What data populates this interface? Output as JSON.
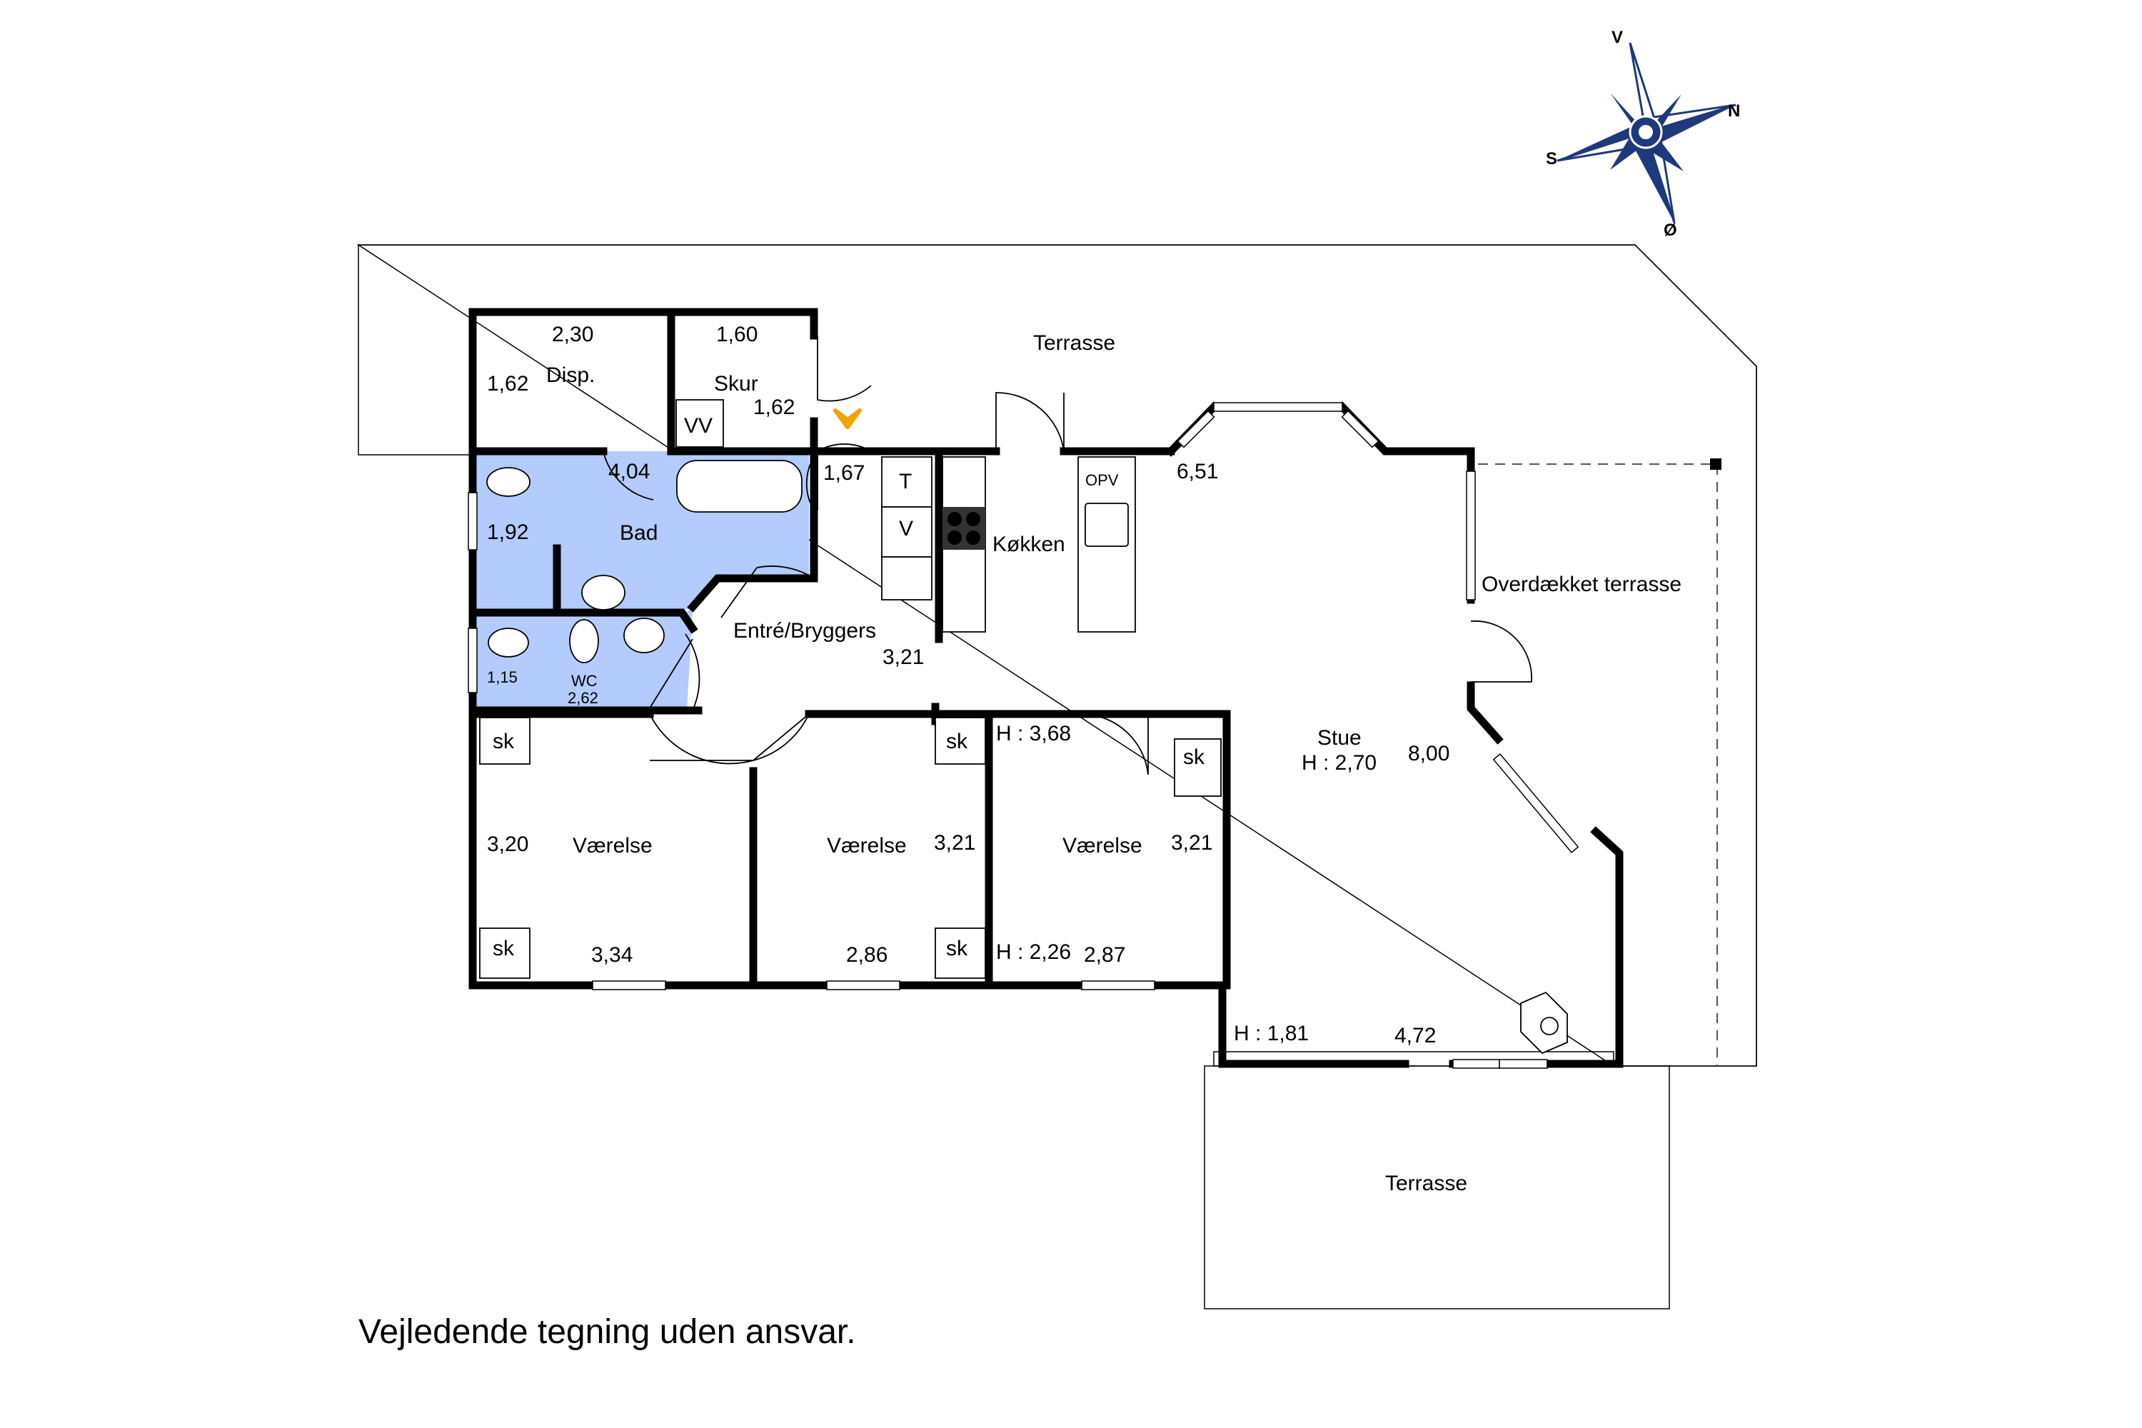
{
  "plan": {
    "rooms": {
      "disp": "Disp.",
      "skur": "Skur",
      "bad": "Bad",
      "wc": "WC",
      "entre": "Entré/Bryggers",
      "kokken": "Køkken",
      "stue": "Stue",
      "vaerelse1": "Værelse",
      "vaerelse2": "Værelse",
      "vaerelse3": "Værelse",
      "terrasse_top": "Terrasse",
      "terrasse_bottom": "Terrasse",
      "overdaekket": "Overdækket terrasse"
    },
    "dimensions": {
      "disp_w": "2,30",
      "disp_h": "1,62",
      "skur_w": "1,60",
      "skur_h": "1,62",
      "bad_w": "4,04",
      "bad_h": "1,92",
      "entre_w": "1,67",
      "entre_l": "3,21",
      "wc_h": "1,15",
      "wc_w": "2,62",
      "kokken_w": "6,51",
      "stue_h": "H : 2,70",
      "stue_l": "8,00",
      "stue_w": "4,72",
      "stue_h2": "H : 1,81",
      "v1_h": "3,20",
      "v1_w": "3,34",
      "v2_h": "3,21",
      "v2_w": "2,86",
      "v3_h": "3,21",
      "v3_w": "2,87",
      "v3_h_top": "H : 3,68",
      "v3_h_bottom": "H : 2,26"
    },
    "fixtures": {
      "vv": "VV",
      "t": "T",
      "v": "V",
      "opv": "OPV",
      "sk": "sk"
    },
    "compass": {
      "n": "N",
      "s": "S",
      "v": "V",
      "o": "Ø"
    },
    "colors": {
      "wet_room": "#b3cbfd",
      "entrance_marker": "#f0a500",
      "compass_fill": "#1f3a7a",
      "wall": "#000000"
    }
  },
  "disclaimer": "Vejledende tegning uden ansvar."
}
